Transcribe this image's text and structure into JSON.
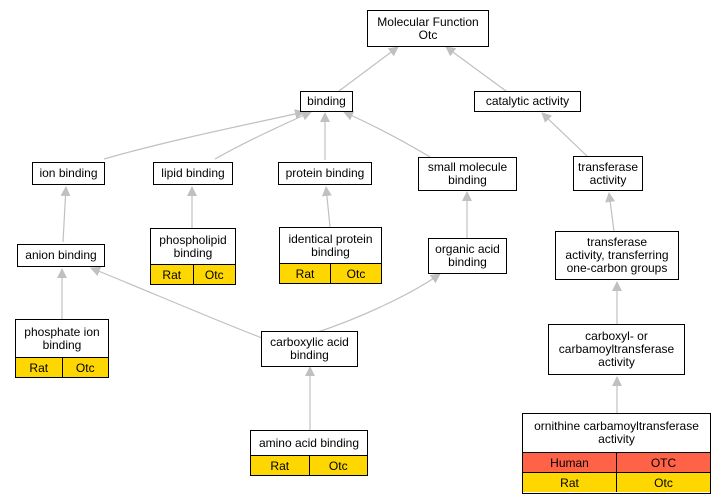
{
  "colors": {
    "gold": "#ffd700",
    "red": "#ff6347",
    "edge": "#c0c0c0"
  },
  "nodes": {
    "molecular_function": {
      "line1": "Molecular Function",
      "line2": "Otc"
    },
    "binding": {
      "label": "binding"
    },
    "catalytic_activity": {
      "label": "catalytic activity"
    },
    "ion_binding": {
      "label": "ion binding"
    },
    "lipid_binding": {
      "label": "lipid binding"
    },
    "protein_binding": {
      "label": "protein binding"
    },
    "small_molecule_binding": {
      "line1": "small molecule",
      "line2": "binding"
    },
    "transferase_activity": {
      "line1": "transferase",
      "line2": "activity"
    },
    "anion_binding": {
      "label": "anion binding"
    },
    "phospholipid_binding": {
      "line1": "phospholipid",
      "line2": "binding",
      "rows": [
        [
          "Rat",
          "Otc"
        ]
      ]
    },
    "identical_protein_binding": {
      "line1": "identical protein",
      "line2": "binding",
      "rows": [
        [
          "Rat",
          "Otc"
        ]
      ]
    },
    "organic_acid_binding": {
      "line1": "organic acid",
      "line2": "binding"
    },
    "transferase_one_carbon": {
      "line1": "transferase",
      "line2": "activity, transferring",
      "line3": "one-carbon groups"
    },
    "phosphate_ion_binding": {
      "line1": "phosphate ion",
      "line2": "binding",
      "rows": [
        [
          "Rat",
          "Otc"
        ]
      ]
    },
    "carboxylic_acid_binding": {
      "line1": "carboxylic acid",
      "line2": "binding"
    },
    "carboxyl_carbamoyltransferase": {
      "line1": "carboxyl- or",
      "line2": "carbamoyltransferase",
      "line3": "activity"
    },
    "amino_acid_binding": {
      "label": "amino acid binding",
      "rows": [
        [
          "Rat",
          "Otc"
        ]
      ]
    },
    "ornithine_carbamoyltransferase": {
      "line1": "ornithine carbamoyltransferase",
      "line2": "activity",
      "rows": [
        [
          "Human",
          "OTC"
        ],
        [
          "Rat",
          "Otc"
        ]
      ]
    }
  }
}
